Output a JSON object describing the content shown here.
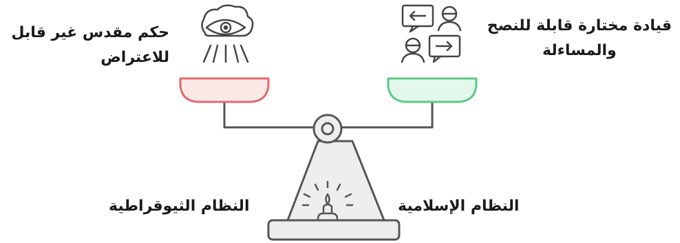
{
  "labels": {
    "left_pan_line1": "حكم مقدس غير قابل",
    "left_pan_line2": "للاعتراض",
    "right_pan_line1": "قيادة مختارة قابلة للنصح",
    "right_pan_line2": "والمساءلة",
    "islamic_system": "النظام الإسلامية",
    "theocratic_system": "النظام الثيوقراطية"
  },
  "icons": {
    "left": "all-seeing-eye-icon",
    "right": "people-exchange-icon",
    "base": "candle-light-icon"
  },
  "colors": {
    "left_pan_fill": "#fde8e8",
    "left_pan_stroke": "#e06a6a",
    "right_pan_fill": "#e3f8ea",
    "right_pan_stroke": "#5cc98a",
    "structure_fill": "#eeeeee",
    "structure_stroke": "#5a5a5a"
  }
}
